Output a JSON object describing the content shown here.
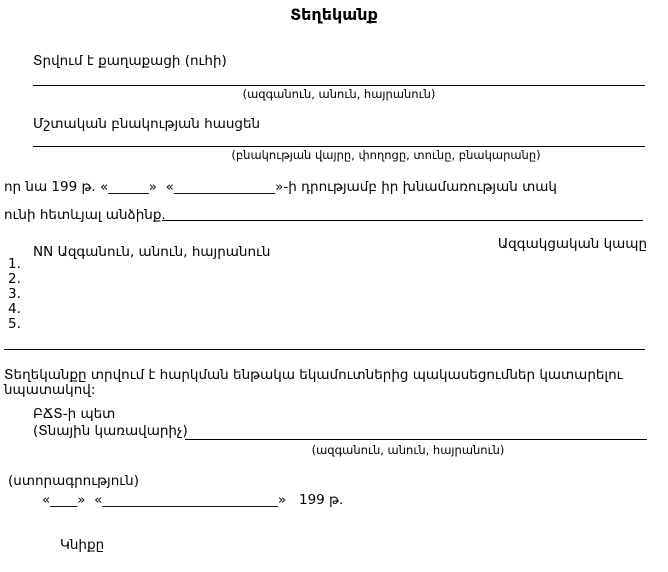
{
  "colors": {
    "text": "#000000",
    "background": "#ffffff",
    "line": "#000000"
  },
  "form": {
    "title": "Տեղեկանք",
    "recipient": {
      "label": "Տրվում է քաղաքացի (ուհի)",
      "caption": "(ազգանուն, անուն, հայրանուն)"
    },
    "address": {
      "label": "Մշտական բնակության հասցեն",
      "caption": "(բնակության վայրը, փողոցը, տունը, բնակարանը)"
    },
    "as_of_line": "որ նա 199 թ. «______»  «_______________»-ի դրությամբ իր խնամառության տակ",
    "dependents": {
      "intro": "ունի հետևյալ անձինք.",
      "header_left": "NN Ազգանուն, անուն, հայրանուն",
      "header_right": "Ազգակցական կապը",
      "rows": [
        "1.",
        "2.",
        "3.",
        "4.",
        "5."
      ]
    },
    "purpose": {
      "line1": "Տեղեկանքը տրվում է հարկման ենթակա եկամուտներից պակասեցումներ կատարելու",
      "line2": "նպատակով:"
    },
    "issuer": {
      "title": "ԲՃՏ-ի պետ",
      "subtitle": "(Տնային կառավարիչ)",
      "caption": "(ազգանուն, անուն, հայրանուն)"
    },
    "signature": {
      "caption": "(ստորագրություն)",
      "date_line": "«____»  «__________________________»   199 թ.",
      "seal": "Կնիքը"
    }
  }
}
